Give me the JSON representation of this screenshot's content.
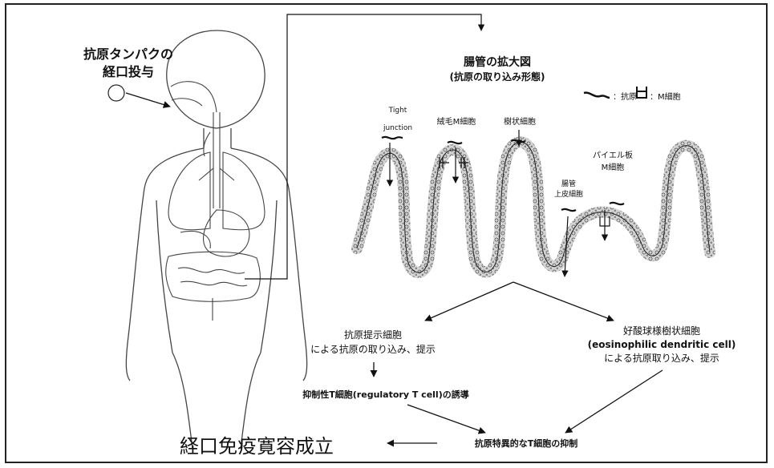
{
  "left": {
    "oral_label": [
      "抗原タンパクの",
      "経口投与"
    ]
  },
  "intestine": {
    "title": "腸管の拡大図",
    "subtitle": "(抗原の取り込み形態)",
    "legend_antigen": "：抗原",
    "legend_mcell": "：M細胞",
    "labels": {
      "tight_junction": [
        "Tight",
        "junction"
      ],
      "villus_m_cell": "絨毛M細胞",
      "dendritic_cell": "樹状細胞",
      "peyer_m_cell": [
        "パイエル板",
        "M細胞"
      ],
      "epithelial_cell": [
        "腸管",
        "上皮細胞"
      ]
    }
  },
  "pathways": {
    "apc": [
      "抗原提示細胞",
      "による抗原の取り込み、提示"
    ],
    "eos": [
      "好酸球様樹状細胞",
      "(eosinophilic dendritic cell)",
      "による抗原取り込み、提示"
    ],
    "treg": "抑制性T細胞(regulatory T cell)の誘導",
    "suppression": "抗原特異的なT細胞の抑制",
    "result": "経口免疫寛容成立"
  }
}
